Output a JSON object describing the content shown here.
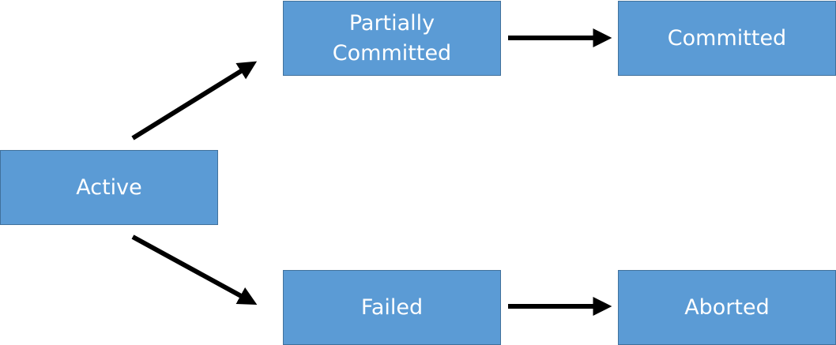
{
  "states": {
    "active": "Active",
    "partially_committed_line1": "Partially",
    "partially_committed_line2": "Committed",
    "committed": "Committed",
    "failed": "Failed",
    "aborted": "Aborted"
  },
  "colors": {
    "box_fill": "#5b9bd5",
    "box_border": "#41719c",
    "box_text": "#ffffff",
    "arrow": "#000000"
  },
  "transitions": [
    {
      "from": "Active",
      "to": "Partially Committed"
    },
    {
      "from": "Active",
      "to": "Failed"
    },
    {
      "from": "Partially Committed",
      "to": "Committed"
    },
    {
      "from": "Failed",
      "to": "Aborted"
    }
  ]
}
